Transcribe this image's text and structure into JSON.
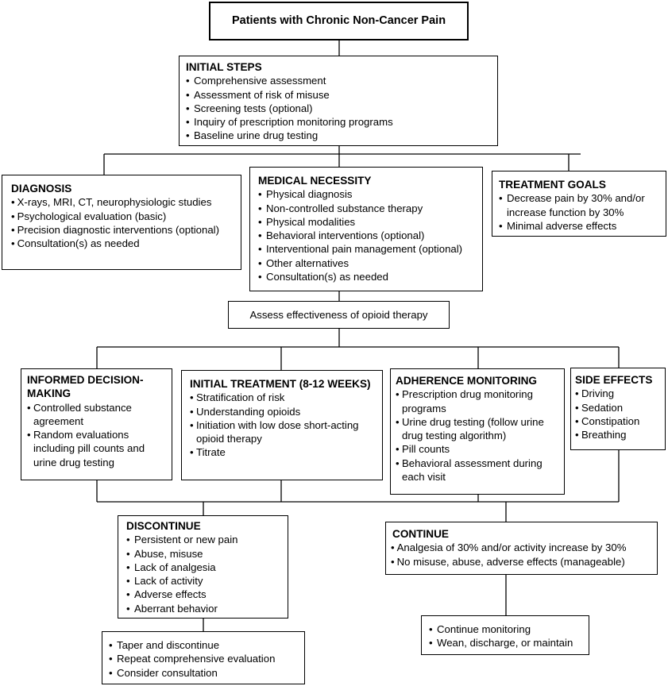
{
  "title": "Patients with Chronic Non-Cancer Pain",
  "initial_steps": {
    "heading": "INITIAL STEPS",
    "items": [
      "Comprehensive assessment",
      "Assessment of risk of misuse",
      "Screening tests (optional)",
      "Inquiry of prescription monitoring programs",
      "Baseline urine drug testing"
    ]
  },
  "diagnosis": {
    "heading": "DIAGNOSIS",
    "items": [
      "X-rays, MRI, CT, neurophysiologic studies",
      "Psychological evaluation (basic)",
      "Precision diagnostic interventions (optional)",
      "Consultation(s) as needed"
    ]
  },
  "medical_necessity": {
    "heading": "MEDICAL NECESSITY",
    "items": [
      "Physical diagnosis",
      "Non-controlled substance therapy",
      "Physical modalities",
      "Behavioral interventions (optional)",
      "Interventional pain management (optional)",
      "Other alternatives",
      "Consultation(s) as needed"
    ]
  },
  "treatment_goals": {
    "heading": "TREATMENT GOALS",
    "items": [
      "Decrease pain by 30% and/or increase function by 30%",
      "Minimal adverse effects"
    ]
  },
  "assess": "Assess effectiveness of opioid therapy",
  "informed_decision": {
    "heading": "INFORMED DECISION-MAKING",
    "items": [
      "Controlled substance agreement",
      "Random evaluations including pill counts and urine drug testing"
    ]
  },
  "initial_treatment": {
    "heading": "INITIAL TREATMENT (8-12 WEEKS)",
    "items": [
      "Stratification of risk",
      "Understanding opioids",
      "Initiation with low dose short-acting opioid therapy",
      "Titrate"
    ]
  },
  "adherence_monitoring": {
    "heading": "ADHERENCE MONITORING",
    "items": [
      "Prescription drug monitoring programs",
      "Urine drug testing (follow urine drug testing algorithm)",
      "Pill counts",
      "Behavioral assessment during each visit"
    ]
  },
  "side_effects": {
    "heading": "SIDE EFFECTS",
    "items": [
      "Driving",
      "Sedation",
      "Constipation",
      "Breathing"
    ]
  },
  "discontinue": {
    "heading": "DISCONTINUE",
    "items": [
      "Persistent or new pain",
      "Abuse, misuse",
      "Lack of analgesia",
      "Lack of activity",
      "Adverse effects",
      "Aberrant behavior"
    ]
  },
  "continue": {
    "heading": "CONTINUE",
    "items": [
      "Analgesia of 30% and/or activity increase by 30%",
      "No misuse, abuse, adverse effects (manageable)"
    ]
  },
  "taper": {
    "items": [
      "Taper and discontinue",
      "Repeat comprehensive evaluation",
      "Consider consultation"
    ]
  },
  "continue_monitoring": {
    "items": [
      "Continue monitoring",
      "Wean, discharge, or maintain"
    ]
  }
}
